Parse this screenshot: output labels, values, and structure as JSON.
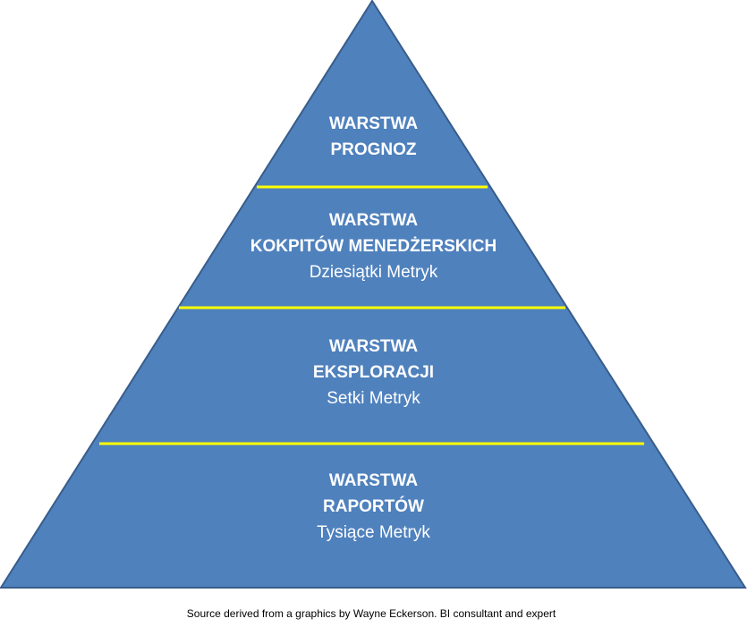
{
  "colors": {
    "pyramid_fill": "#4F81BD",
    "pyramid_stroke": "#385D8A",
    "divider": "#FFFF00",
    "text_on_fill": "#FFFFFF"
  },
  "layers": [
    {
      "title_line1": "WARSTWA",
      "title_line2": "PROGNOZ",
      "subtitle": ""
    },
    {
      "title_line1": "WARSTWA",
      "title_line2": "KOKPITÓW MENEDŻERSKICH",
      "subtitle": "Dziesiątki Metryk"
    },
    {
      "title_line1": "WARSTWA",
      "title_line2": "EKSPLORACJI",
      "subtitle": "Setki Metryk"
    },
    {
      "title_line1": "WARSTWA",
      "title_line2": "RAPORTÓW",
      "subtitle": "Tysiące Metryk"
    }
  ],
  "source_note": "Source derived from a graphics by Wayne Eckerson. BI consultant  and expert"
}
